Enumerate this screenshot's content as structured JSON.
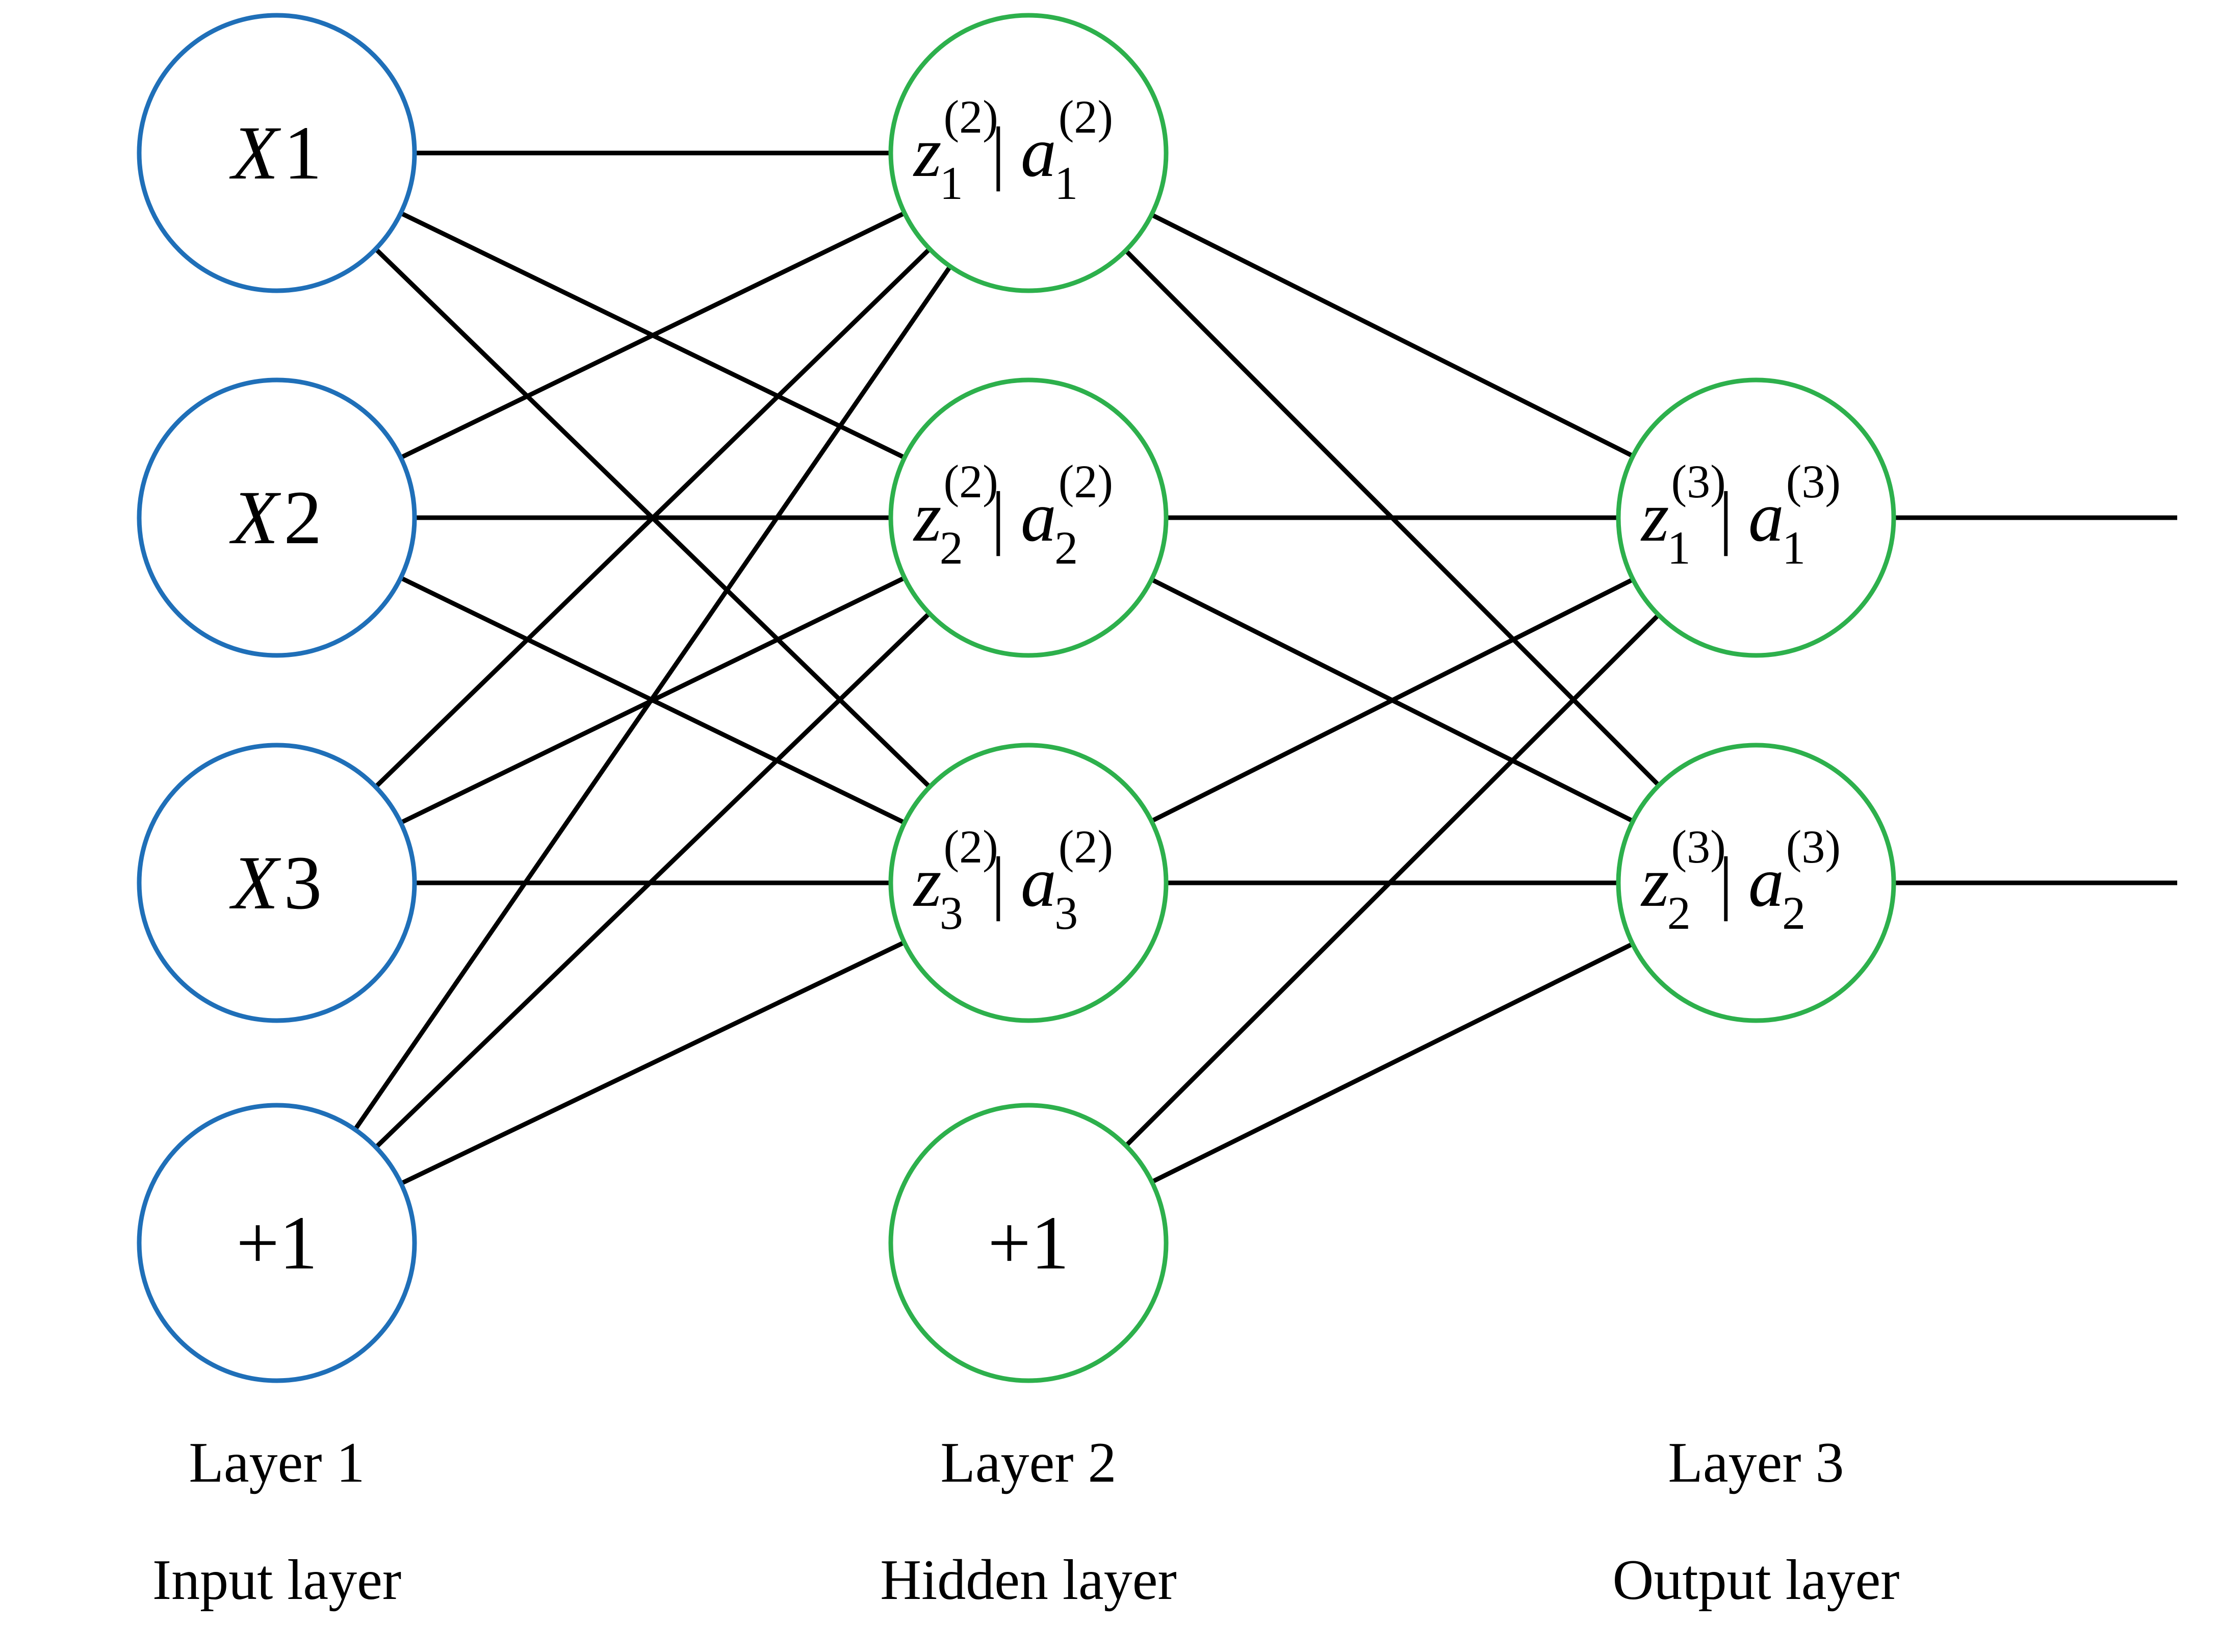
{
  "colors": {
    "input_node": "#1F6FB8",
    "hidden_node": "#2DB04C",
    "output_node": "#2DB04C",
    "edge": "#000000",
    "background": "#ffffff"
  },
  "layers": [
    {
      "id": "input",
      "label": "Layer 1",
      "name": "Input layer",
      "color_key": "input_node",
      "nodes": [
        {
          "id": "x1",
          "kind": "var",
          "var": "X",
          "num": "1"
        },
        {
          "id": "x2",
          "kind": "var",
          "var": "X",
          "num": "2"
        },
        {
          "id": "x3",
          "kind": "var",
          "var": "X",
          "num": "3"
        },
        {
          "id": "b1",
          "kind": "plain",
          "text": "+1"
        }
      ]
    },
    {
      "id": "hidden",
      "label": "Layer 2",
      "name": "Hidden layer",
      "color_key": "hidden_node",
      "nodes": [
        {
          "id": "h1",
          "kind": "za",
          "z": "z",
          "a": "a",
          "sub": "1",
          "sup": "(2)"
        },
        {
          "id": "h2",
          "kind": "za",
          "z": "z",
          "a": "a",
          "sub": "2",
          "sup": "(2)"
        },
        {
          "id": "h3",
          "kind": "za",
          "z": "z",
          "a": "a",
          "sub": "3",
          "sup": "(2)"
        },
        {
          "id": "b2",
          "kind": "plain",
          "text": "+1"
        }
      ]
    },
    {
      "id": "output",
      "label": "Layer 3",
      "name": "Output layer",
      "color_key": "output_node",
      "nodes": [
        {
          "id": "o1",
          "kind": "za",
          "z": "z",
          "a": "a",
          "sub": "1",
          "sup": "(3)"
        },
        {
          "id": "o2",
          "kind": "za",
          "z": "z",
          "a": "a",
          "sub": "2",
          "sup": "(3)"
        }
      ]
    }
  ],
  "edges": [
    [
      "x1",
      "h1"
    ],
    [
      "x1",
      "h2"
    ],
    [
      "x1",
      "h3"
    ],
    [
      "x2",
      "h1"
    ],
    [
      "x2",
      "h2"
    ],
    [
      "x2",
      "h3"
    ],
    [
      "x3",
      "h1"
    ],
    [
      "x3",
      "h2"
    ],
    [
      "x3",
      "h3"
    ],
    [
      "b1",
      "h1"
    ],
    [
      "b1",
      "h2"
    ],
    [
      "b1",
      "h3"
    ],
    [
      "h1",
      "o1"
    ],
    [
      "h1",
      "o2"
    ],
    [
      "h2",
      "o1"
    ],
    [
      "h2",
      "o2"
    ],
    [
      "h3",
      "o1"
    ],
    [
      "h3",
      "o2"
    ],
    [
      "b2",
      "o1"
    ],
    [
      "b2",
      "o2"
    ]
  ],
  "outputs": [
    "o1",
    "o2"
  ]
}
